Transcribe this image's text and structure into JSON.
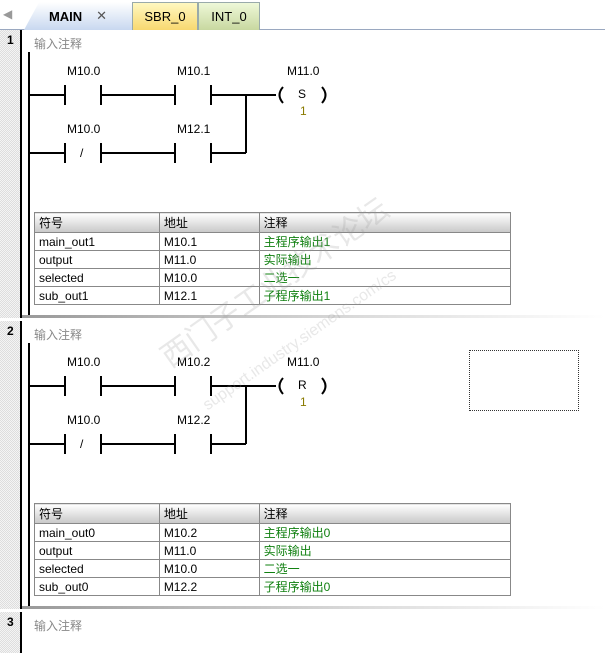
{
  "tabs": [
    {
      "label": "MAIN",
      "close": "✕"
    },
    {
      "label": "SBR_0"
    },
    {
      "label": "INT_0"
    }
  ],
  "networks": [
    {
      "number": "1",
      "comment": "输入注释",
      "rung1": {
        "c1": "M10.0",
        "c2": "M10.1"
      },
      "rung2": {
        "c1": "M10.0",
        "c1_type": "/",
        "c2": "M12.1"
      },
      "coil": {
        "address": "M11.0",
        "type": "S",
        "value": "1"
      },
      "table": {
        "headers": [
          "符号",
          "地址",
          "注释"
        ],
        "rows": [
          [
            "main_out1",
            "M10.1",
            "主程序输出1"
          ],
          [
            "output",
            "M11.0",
            "实际输出"
          ],
          [
            "selected",
            "M10.0",
            "二选一"
          ],
          [
            "sub_out1",
            "M12.1",
            "子程序输出1"
          ]
        ]
      }
    },
    {
      "number": "2",
      "comment": "输入注释",
      "rung1": {
        "c1": "M10.0",
        "c2": "M10.2"
      },
      "rung2": {
        "c1": "M10.0",
        "c1_type": "/",
        "c2": "M12.2"
      },
      "coil": {
        "address": "M11.0",
        "type": "R",
        "value": "1"
      },
      "table": {
        "headers": [
          "符号",
          "地址",
          "注释"
        ],
        "rows": [
          [
            "main_out0",
            "M10.2",
            "主程序输出0"
          ],
          [
            "output",
            "M11.0",
            "实际输出"
          ],
          [
            "selected",
            "M10.0",
            "二选一"
          ],
          [
            "sub_out0",
            "M12.2",
            "子程序输出0"
          ]
        ]
      }
    },
    {
      "number": "3",
      "comment": "输入注释"
    }
  ],
  "watermark": {
    "line1": "西门子工业技术论坛",
    "line2": "support.industry.siemens.com/cs"
  }
}
